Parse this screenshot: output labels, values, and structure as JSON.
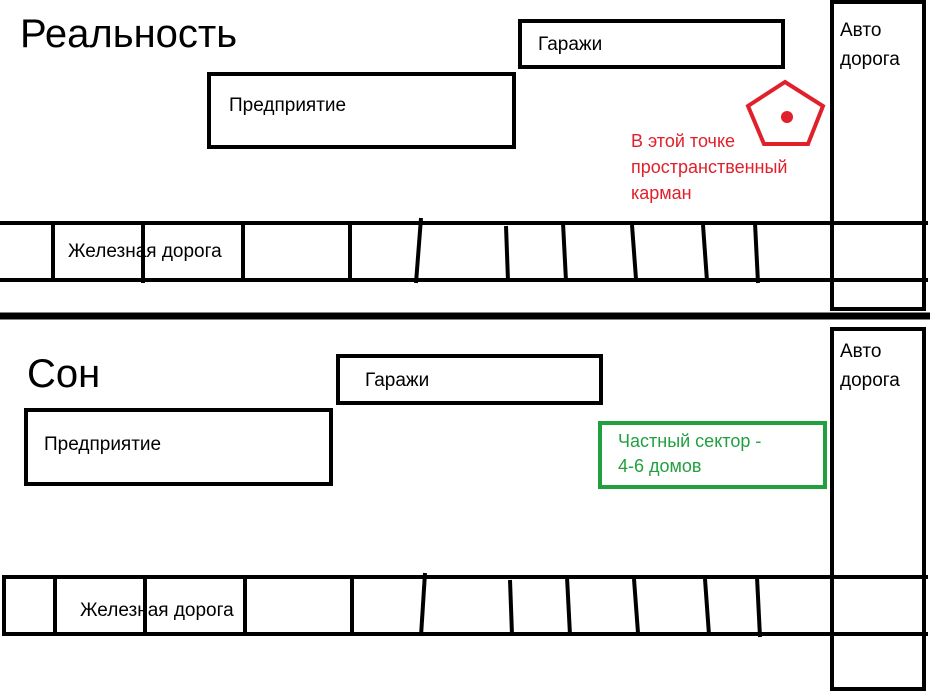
{
  "reality": {
    "title": "Реальность",
    "garages": "Гаражи",
    "enterprise": "Предприятие",
    "road_line1": "Авто",
    "road_line2": "дорога",
    "railway": "Железная дорога",
    "note": [
      "В этой точке",
      "пространственный",
      "карман"
    ]
  },
  "dream": {
    "title": "Сон",
    "garages": "Гаражи",
    "enterprise": "Предприятие",
    "road_line1": "Авто",
    "road_line2": "дорога",
    "railway": "Железная дорога",
    "private_sector": [
      "Частный сектор -",
      "4-6 домов"
    ]
  },
  "colors": {
    "marker": "#e0202a",
    "private_sector": "#22a040",
    "line": "#000000"
  },
  "icons": {
    "marker": "pentagon-marker-icon"
  }
}
